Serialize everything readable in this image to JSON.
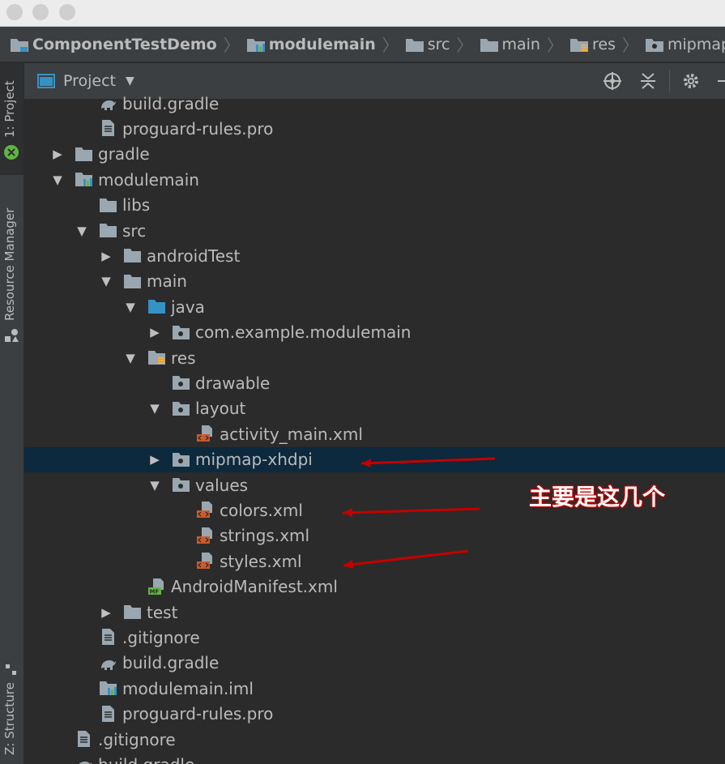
{
  "breadcrumbs": [
    "ComponentTestDemo",
    "modulemain",
    "src",
    "main",
    "res",
    "mipmap-xhdpi"
  ],
  "side_tabs": {
    "project": "1: Project",
    "resource_manager": "Resource Manager",
    "structure": "Z: Structure"
  },
  "panel": {
    "view_label": "Project"
  },
  "tree": [
    {
      "label": "build.gradle",
      "depth": 3,
      "icon": "gradle-icon",
      "arrow": ""
    },
    {
      "label": "proguard-rules.pro",
      "depth": 3,
      "icon": "file-icon",
      "arrow": ""
    },
    {
      "label": "gradle",
      "depth": 2,
      "icon": "folder-icon",
      "arrow": "collapsed"
    },
    {
      "label": "modulemain",
      "depth": 2,
      "icon": "module-folder-icon",
      "arrow": "expanded"
    },
    {
      "label": "libs",
      "depth": 3,
      "icon": "folder-icon",
      "arrow": ""
    },
    {
      "label": "src",
      "depth": 3,
      "icon": "folder-icon",
      "arrow": "expanded"
    },
    {
      "label": "androidTest",
      "depth": 4,
      "icon": "folder-icon",
      "arrow": "collapsed"
    },
    {
      "label": "main",
      "depth": 4,
      "icon": "folder-icon",
      "arrow": "expanded"
    },
    {
      "label": "java",
      "depth": 5,
      "icon": "source-folder-icon",
      "arrow": "expanded"
    },
    {
      "label": "com.example.modulemain",
      "depth": 6,
      "icon": "package-icon",
      "arrow": "collapsed"
    },
    {
      "label": "res",
      "depth": 5,
      "icon": "res-folder-icon",
      "arrow": "expanded"
    },
    {
      "label": "drawable",
      "depth": 6,
      "icon": "package-icon",
      "arrow": ""
    },
    {
      "label": "layout",
      "depth": 6,
      "icon": "package-icon",
      "arrow": "expanded"
    },
    {
      "label": "activity_main.xml",
      "depth": 7,
      "icon": "xml-file-icon",
      "arrow": ""
    },
    {
      "label": "mipmap-xhdpi",
      "depth": 6,
      "icon": "package-icon",
      "arrow": "collapsed",
      "selected": true
    },
    {
      "label": "values",
      "depth": 6,
      "icon": "package-icon",
      "arrow": "expanded"
    },
    {
      "label": "colors.xml",
      "depth": 7,
      "icon": "xml-file-icon",
      "arrow": ""
    },
    {
      "label": "strings.xml",
      "depth": 7,
      "icon": "xml-file-icon",
      "arrow": ""
    },
    {
      "label": "styles.xml",
      "depth": 7,
      "icon": "xml-file-icon",
      "arrow": ""
    },
    {
      "label": "AndroidManifest.xml",
      "depth": 5,
      "icon": "manifest-icon",
      "arrow": ""
    },
    {
      "label": "test",
      "depth": 4,
      "icon": "folder-icon",
      "arrow": "collapsed"
    },
    {
      "label": ".gitignore",
      "depth": 3,
      "icon": "file-icon",
      "arrow": ""
    },
    {
      "label": "build.gradle",
      "depth": 3,
      "icon": "gradle-icon",
      "arrow": ""
    },
    {
      "label": "modulemain.iml",
      "depth": 3,
      "icon": "module-folder-icon",
      "arrow": ""
    },
    {
      "label": "proguard-rules.pro",
      "depth": 3,
      "icon": "file-icon",
      "arrow": ""
    },
    {
      "label": ".gitignore",
      "depth": 2,
      "icon": "file-icon",
      "arrow": ""
    },
    {
      "label": "build.gradle",
      "depth": 2,
      "icon": "gradle-icon",
      "arrow": ""
    }
  ],
  "annotation": "主要是这几个",
  "colors": {
    "selection": "#0d293e",
    "annotation_red": "#c40000",
    "folder": "#9aa7b0"
  }
}
